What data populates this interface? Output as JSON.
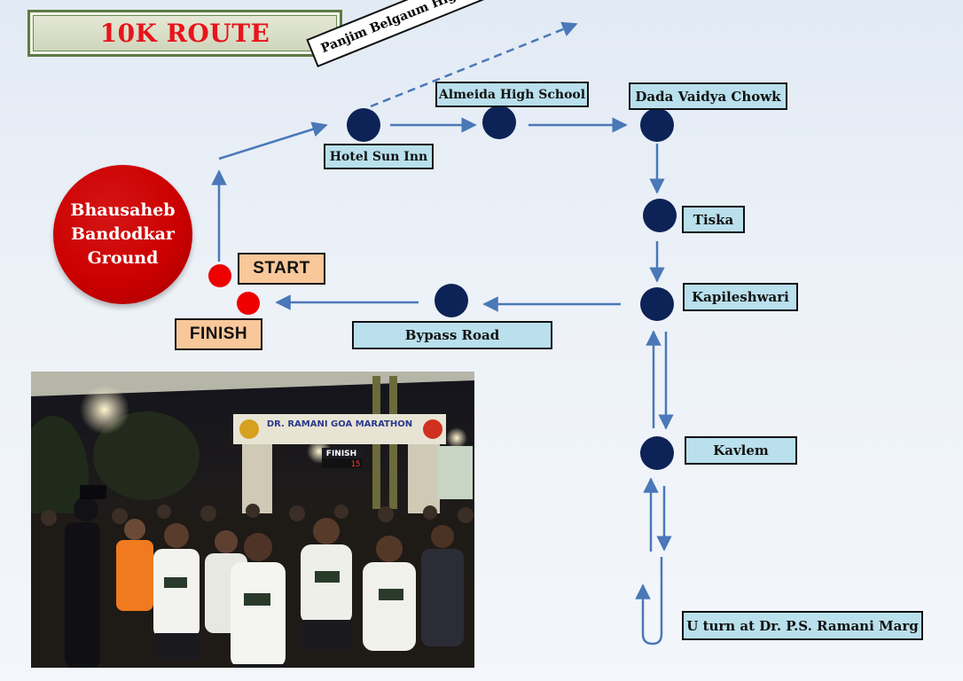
{
  "title": "10K ROUTE",
  "highway_label": "Panjim Belgaum Highway",
  "ground": {
    "lines": [
      "Bhausaheb",
      "Bandodkar",
      "Ground"
    ]
  },
  "start_label": "START",
  "finish_label": "FINISH",
  "checkpoints": {
    "hotel_sun_inn": "Hotel Sun Inn",
    "almeida": "Almeida High School",
    "dada_vaidya": "Dada Vaidya Chowk",
    "tiska": "Tiska",
    "kapileshwari": "Kapileshwari",
    "kavlem": "Kavlem",
    "bypass_road": "Bypass Road",
    "u_turn": "U turn at Dr. P.S. Ramani Marg"
  },
  "photo": {
    "banner_text": "DR. RAMANI GOA MARATHON",
    "finish_sign": "FINISH",
    "clock": "15"
  },
  "colors": {
    "title_red": "#e8141c",
    "node_navy": "#0d2357",
    "arrow_blue": "#4a78b8",
    "label_fill": "#b9e0ec",
    "tag_fill": "#f8c79a",
    "ground_red": "#c00000",
    "start_dot_red": "#ee0000"
  }
}
